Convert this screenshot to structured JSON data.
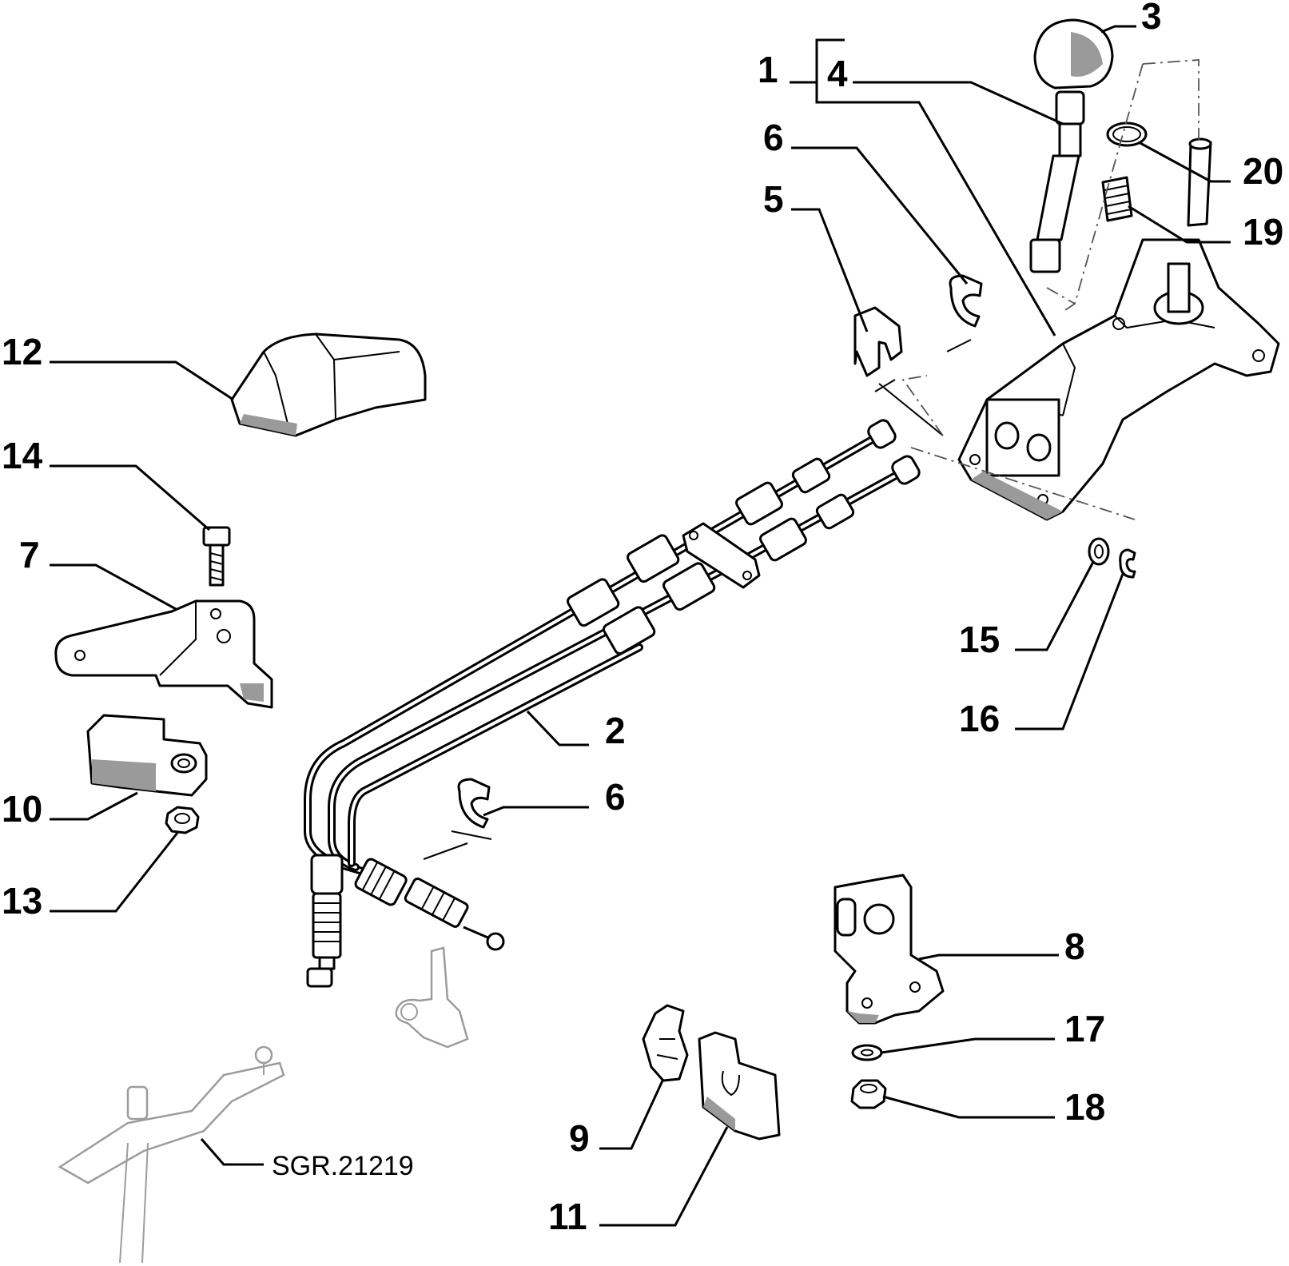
{
  "diagram": {
    "reference_code": "SGR.21219",
    "callouts": [
      {
        "id": "1",
        "label": "1"
      },
      {
        "id": "2",
        "label": "2"
      },
      {
        "id": "3",
        "label": "3"
      },
      {
        "id": "4",
        "label": "4"
      },
      {
        "id": "5",
        "label": "5"
      },
      {
        "id": "6a",
        "label": "6"
      },
      {
        "id": "6b",
        "label": "6"
      },
      {
        "id": "7",
        "label": "7"
      },
      {
        "id": "8",
        "label": "8"
      },
      {
        "id": "9",
        "label": "9"
      },
      {
        "id": "10",
        "label": "10"
      },
      {
        "id": "11",
        "label": "11"
      },
      {
        "id": "12",
        "label": "12"
      },
      {
        "id": "13",
        "label": "13"
      },
      {
        "id": "14",
        "label": "14"
      },
      {
        "id": "15",
        "label": "15"
      },
      {
        "id": "16",
        "label": "16"
      },
      {
        "id": "17",
        "label": "17"
      },
      {
        "id": "18",
        "label": "18"
      },
      {
        "id": "19",
        "label": "19"
      },
      {
        "id": "20",
        "label": "20"
      }
    ]
  }
}
